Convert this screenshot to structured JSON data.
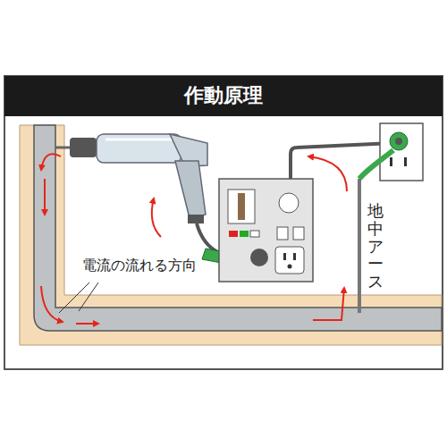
{
  "diagram": {
    "title": "作動原理",
    "labels": [
      "電流の流れる方向",
      "地中アース"
    ]
  }
}
